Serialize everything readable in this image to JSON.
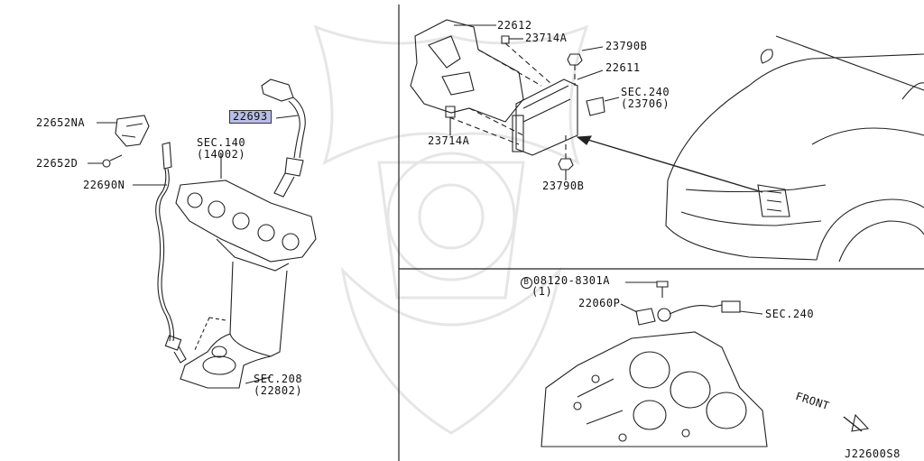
{
  "parts": {
    "p22652NA": "22652NA",
    "p22652D": "22652D",
    "p22690N": "22690N",
    "p22693": "22693",
    "sec140": "SEC.140",
    "sec140_sub": "(14002)",
    "sec208": "SEC.208",
    "sec208_sub": "(22802)",
    "p22612": "22612",
    "p23714A_top": "23714A",
    "p23790B_top": "23790B",
    "p22611": "22611",
    "sec240_top": "SEC.240",
    "sec240_top_sub": "(23706)",
    "p23714A_left": "23714A",
    "p23790B_bottom": "23790B",
    "bolt_prefix": "B",
    "bolt": "08120-8301A",
    "bolt_qty": "(1)",
    "p22060P": "22060P",
    "sec240_bottom": "SEC.240",
    "front": "FRONT",
    "diagram_code": "J22600S8"
  },
  "colors": {
    "highlight": "#b8bde8",
    "line": "#222222",
    "watermark": "#e6e6e6"
  }
}
